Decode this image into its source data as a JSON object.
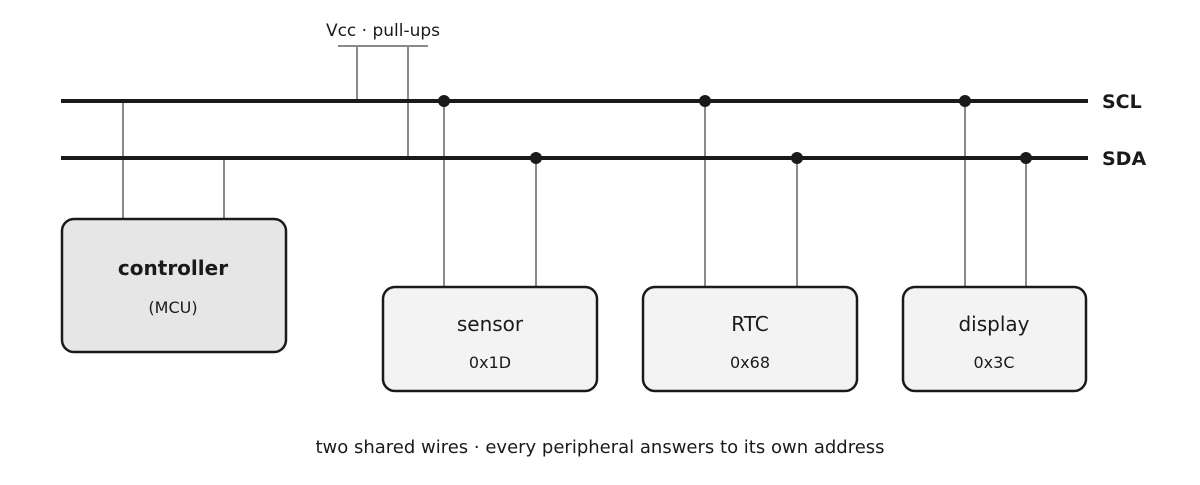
{
  "bus": {
    "scl_label": "SCL",
    "sda_label": "SDA"
  },
  "pullups": {
    "label": "Vcc · pull-ups"
  },
  "controller": {
    "name": "controller",
    "subtitle": "(MCU)"
  },
  "peripherals": [
    {
      "name": "sensor",
      "address": "0x1D"
    },
    {
      "name": "RTC",
      "address": "0x68"
    },
    {
      "name": "display",
      "address": "0x3C"
    }
  ],
  "caption": "two shared wires · every peripheral answers to its own address"
}
